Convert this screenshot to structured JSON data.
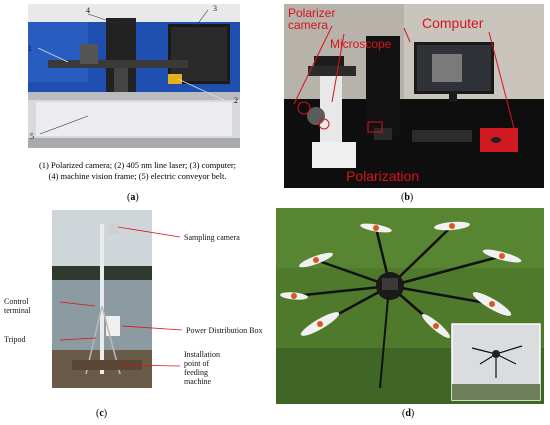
{
  "panel_a": {
    "numbers": [
      "1",
      "2",
      "3",
      "4",
      "5"
    ],
    "caption_line1": "(1) Polarized camera; (2) 405 nm line laser; (3) computer;",
    "caption_line2": "(4) machine vision frame; (5) electric conveyor belt.",
    "label": "a"
  },
  "panel_b": {
    "labels": {
      "polarizer_camera_line1": "Polarizer",
      "polarizer_camera_line2": "camera",
      "microscope": "Microscope",
      "computer": "Computer",
      "polarization": "Polarization"
    },
    "label": "b",
    "accent_color": "#d8131b"
  },
  "panel_c": {
    "labels": {
      "sampling_camera": "Sampling camera",
      "control_terminal_line1": "Control",
      "control_terminal_line2": "terminal",
      "tripod": "Tripod",
      "power_box": "Power Distribution Box",
      "install_line1": "Installation",
      "install_line2": "point of",
      "install_line3": "feeding",
      "install_line4": "machine"
    },
    "label": "c"
  },
  "panel_d": {
    "label": "d"
  }
}
